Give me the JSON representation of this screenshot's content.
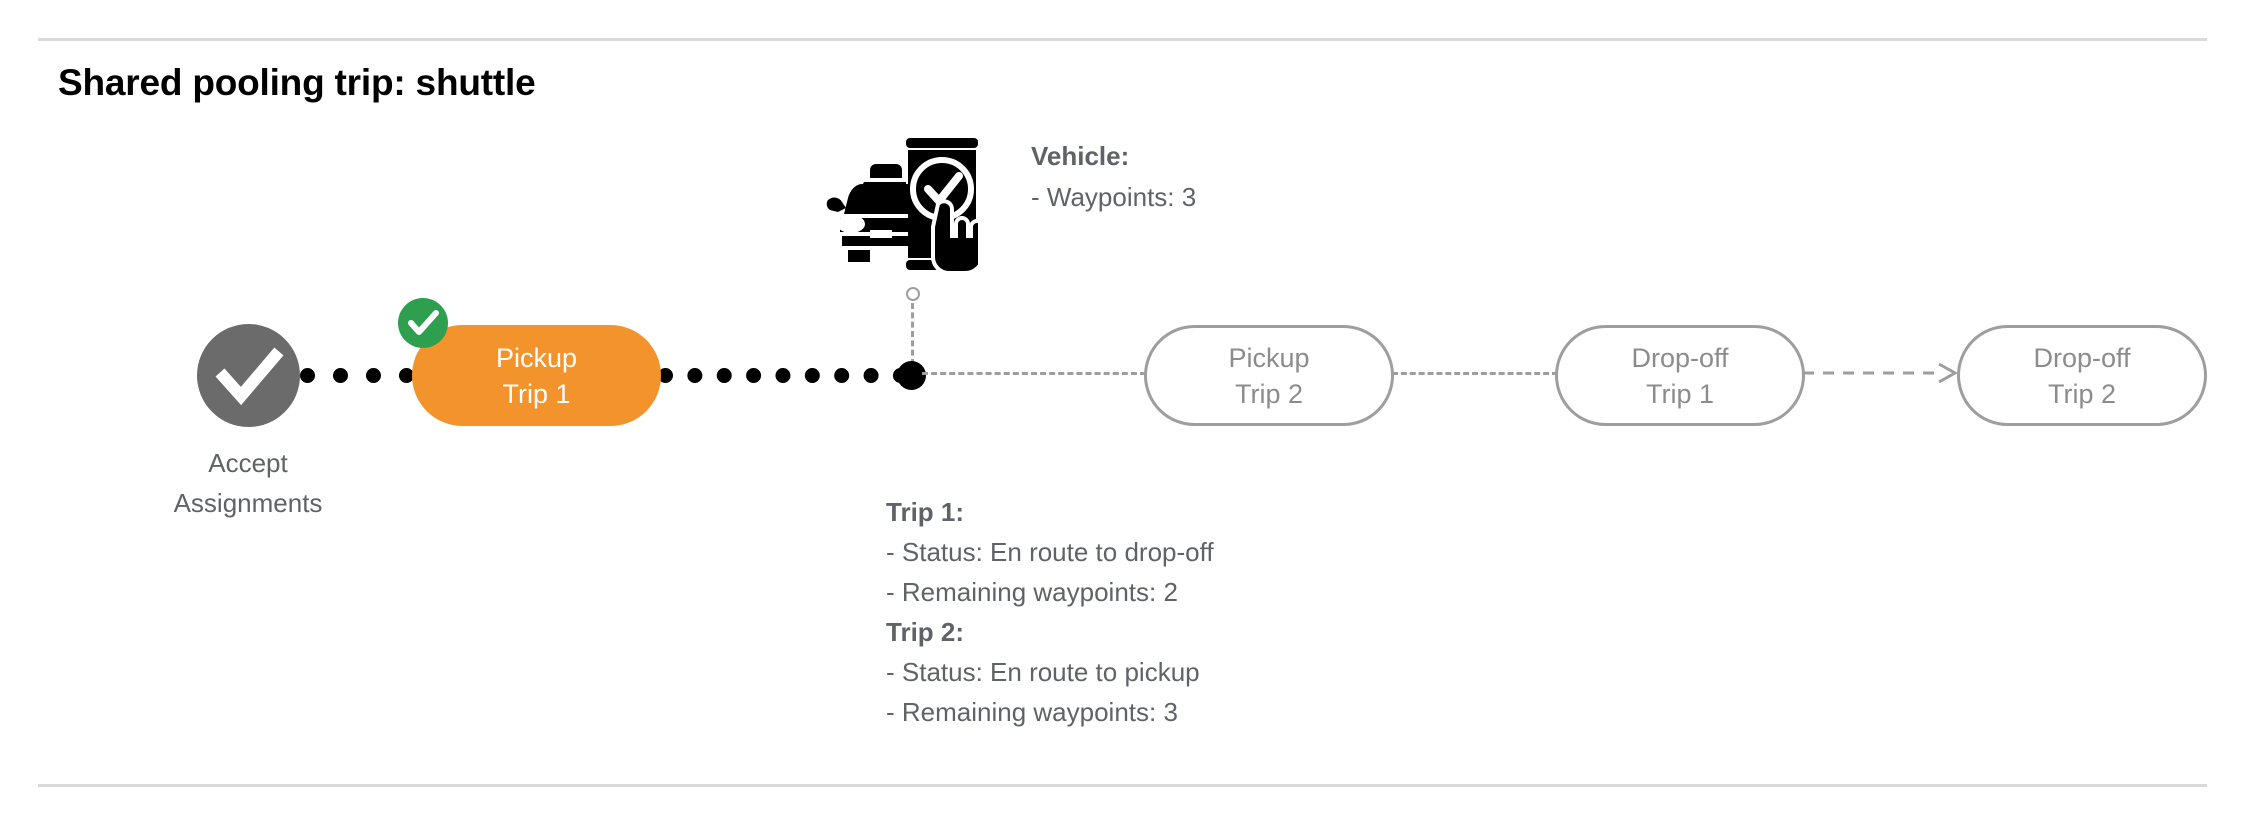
{
  "page": {
    "title": "Shared pooling trip: shuttle"
  },
  "vehicle": {
    "icon": "car-phone-check-icon",
    "label": "Vehicle:",
    "waypoints_line": "- Waypoints: 3"
  },
  "timeline": {
    "start_node": {
      "icon": "check-circle-icon",
      "label_line1": "Accept",
      "label_line2": "Assignments",
      "color": "#6b6b6b"
    },
    "nodes": [
      {
        "name": "pickup-trip-1",
        "line1": "Pickup",
        "line2": "Trip 1",
        "state": "completed",
        "badge": "green-check-badge",
        "fill": "#F2932B",
        "text_color": "#ffffff"
      },
      {
        "name": "pickup-trip-2",
        "line1": "Pickup",
        "line2": "Trip 2",
        "state": "pending",
        "fill": "#ffffff",
        "text_color": "#8c8c8c"
      },
      {
        "name": "dropoff-trip-1",
        "line1": "Drop-off",
        "line2": "Trip 1",
        "state": "pending",
        "fill": "#ffffff",
        "text_color": "#8c8c8c"
      },
      {
        "name": "dropoff-trip-2",
        "line1": "Drop-off",
        "line2": "Trip 2",
        "state": "pending",
        "fill": "#ffffff",
        "text_color": "#8c8c8c"
      }
    ]
  },
  "trips": {
    "trip1_label": "Trip 1:",
    "trip1_status": "- Status:  En route to drop-off",
    "trip1_waypoints": "- Remaining waypoints: 2",
    "trip2_label": "Trip 2:",
    "trip2_status": "- Status:  En route to pickup",
    "trip2_waypoints": "- Remaining waypoints: 3"
  },
  "colors": {
    "accent_orange": "#F2932B",
    "success_green": "#2E9E4F",
    "muted_gray": "#8c8c8c",
    "text_gray": "#5f6368",
    "divider": "#d9d9d9"
  }
}
